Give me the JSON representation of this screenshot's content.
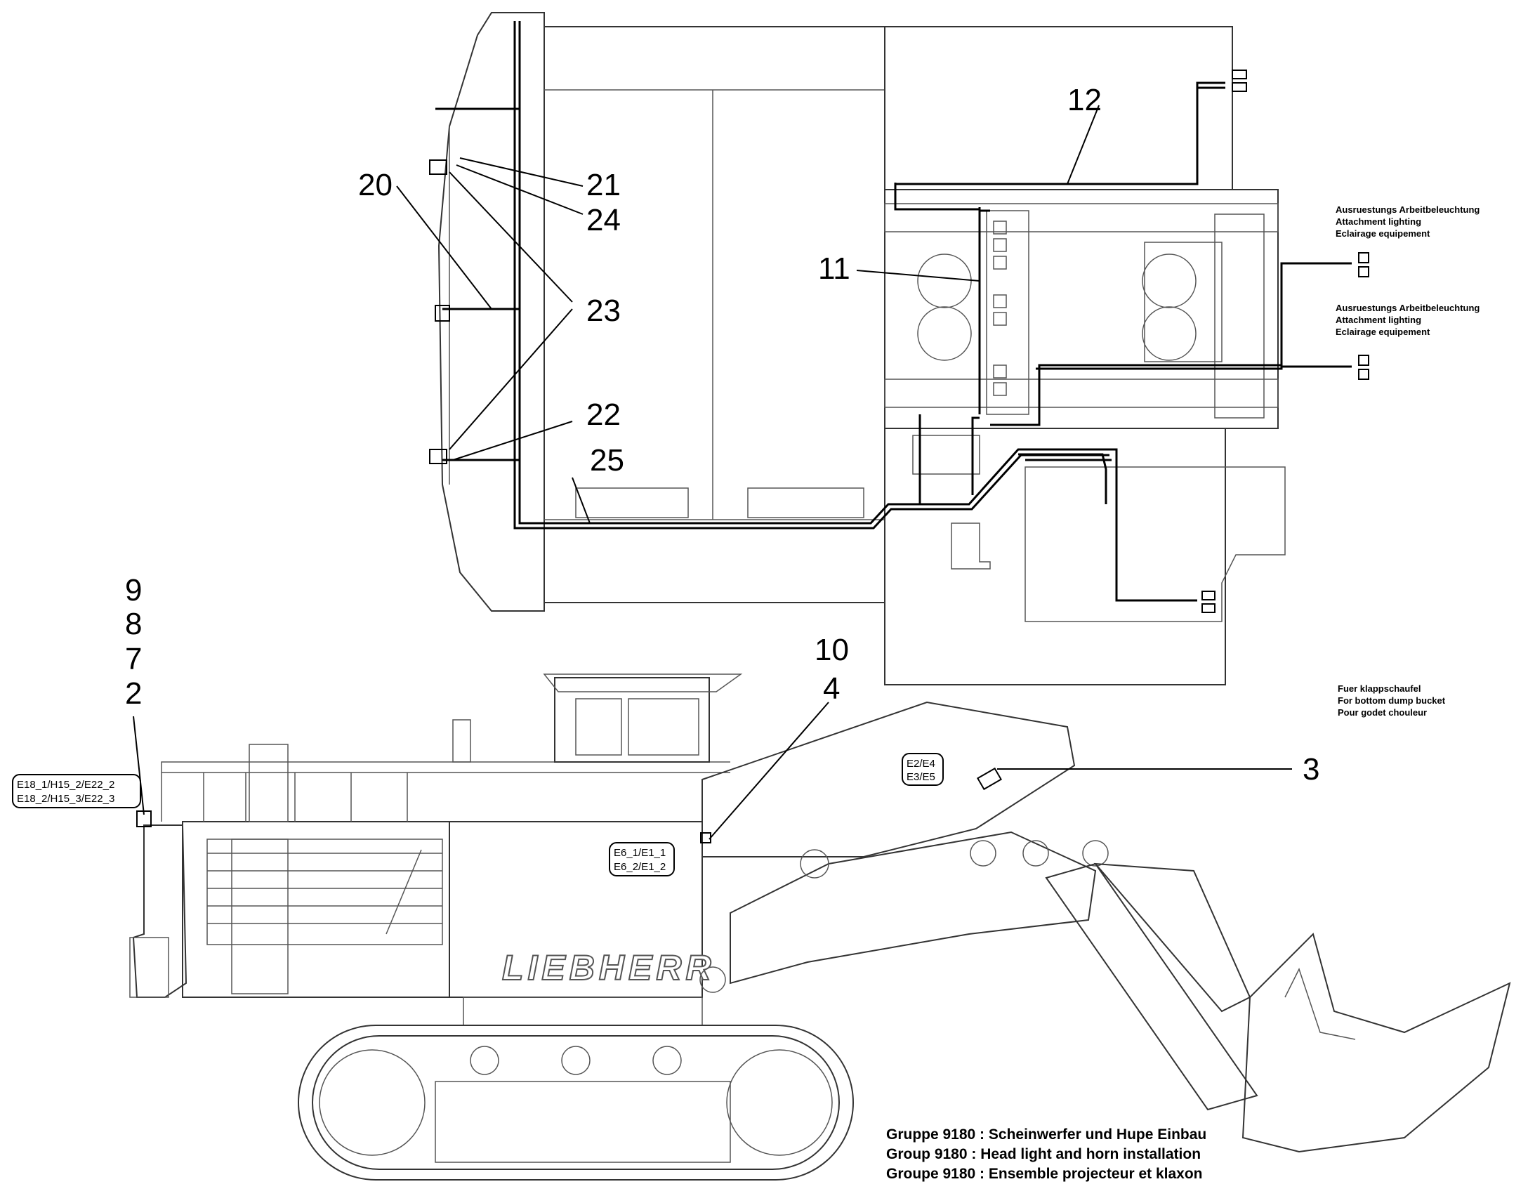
{
  "callouts": {
    "c20": "20",
    "c21": "21",
    "c24": "24",
    "c23": "23",
    "c22": "22",
    "c25": "25",
    "c12": "12",
    "c11": "11",
    "c9": "9",
    "c8": "8",
    "c7": "7",
    "c2": "2",
    "c10": "10",
    "c4": "4",
    "c3": "3"
  },
  "notes": {
    "attachment_lighting_1": [
      "Ausruestungs Arbeitbeleuchtung",
      "Attachment lighting",
      "Eclairage equipement"
    ],
    "attachment_lighting_2": [
      "Ausruestungs Arbeitbeleuchtung",
      "Attachment lighting",
      "Eclairage equipement"
    ],
    "bottom_dump": [
      "Fuer klappschaufel",
      "For bottom dump bucket",
      "Pour godet chouleur"
    ]
  },
  "labels": {
    "rear_lights": [
      "E18_1/H15_2/E22_2",
      "E18_2/H15_3/E22_3"
    ],
    "front_lights": [
      "E6_1/E1_1",
      "E6_2/E1_2"
    ],
    "boom_lights": [
      "E2/E4",
      "E3/E5"
    ]
  },
  "brand": "LIEBHERR",
  "title": [
    "Gruppe 9180 : Scheinwerfer und Hupe Einbau",
    "Group 9180 : Head light and horn installation",
    "Groupe 9180 : Ensemble projecteur et klaxon"
  ]
}
